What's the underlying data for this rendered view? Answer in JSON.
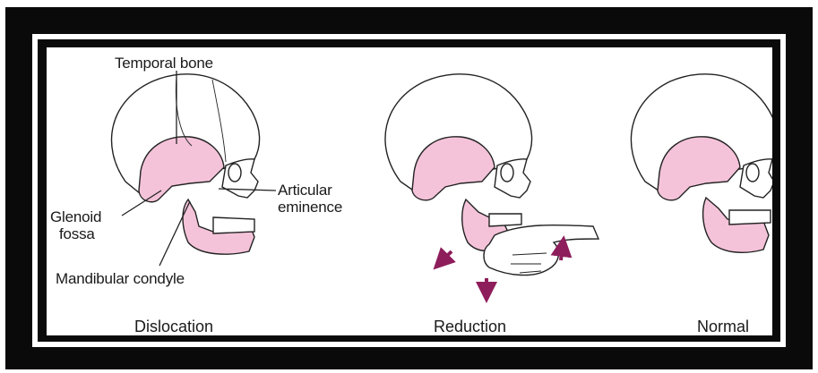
{
  "labels": {
    "temporal_bone": "Temporal bone",
    "articular_line1": "Articular",
    "articular_line2": "eminence",
    "glenoid_line1": "Glenoid",
    "glenoid_line2": "fossa",
    "mandibular_condyle": "Mandibular condyle"
  },
  "captions": {
    "dislocation": "Dislocation",
    "reduction": "Reduction",
    "normal": "Normal"
  },
  "colors": {
    "frame": "#0a0a0a",
    "background": "#ffffff",
    "bone_fill": "#ffffff",
    "highlight_fill": "#f4c3d9",
    "outline": "#222222",
    "arrow": "#8e1d5b"
  }
}
